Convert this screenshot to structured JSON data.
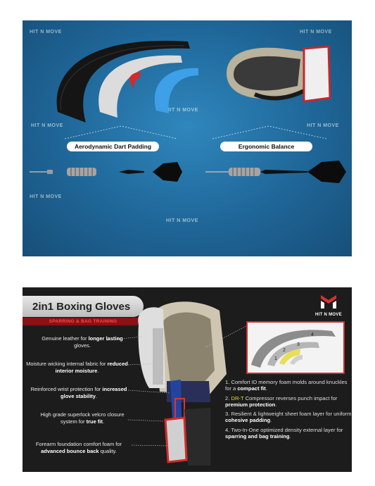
{
  "top_panel": {
    "watermark": "HIT N MOVE",
    "labels": {
      "left": "Aerodynamic Dart Padding",
      "right": "Ergonomic Balance"
    }
  },
  "bottom_panel": {
    "title": "2in1 Boxing Gloves",
    "subtitle": "SPARRING & BAG TRAINING",
    "brand": "HIT N MOVE",
    "callouts": [
      {
        "pre": "Genuine leather for ",
        "bold": "longer lasting",
        "post": " gloves."
      },
      {
        "pre": "Moisture wicking internal fabric for ",
        "bold": "reduced interior moisture",
        "post": "."
      },
      {
        "pre": "Reinforced wrist protection for ",
        "bold": "increased glove stability",
        "post": "."
      },
      {
        "pre": "High grade superlock velcro closure system for ",
        "bold": "true fit",
        "post": "."
      },
      {
        "pre": "Forearm foundation comfort foam for ",
        "bold": "advanced bounce back",
        "post": " quality."
      }
    ],
    "layers": [
      {
        "num": "1.",
        "pre": "Comfort ID memory foam molds around knuckles for a ",
        "bold": "compact fit",
        "post": "."
      },
      {
        "num": "2.",
        "pre": "",
        "highlight": "DR-T",
        "mid": " Compressor reverses punch impact for ",
        "bold": "premium protection",
        "post": "."
      },
      {
        "num": "3.",
        "pre": "Resilient & lightweight sheet foam layer for uniform ",
        "bold": "cohesive padding",
        "post": "."
      },
      {
        "num": "4.",
        "pre": "Two-In-One optimized density external layer for ",
        "bold": "sparring and bag training",
        "post": "."
      }
    ],
    "inset_numbers": [
      "1",
      "2",
      "3",
      "4"
    ]
  }
}
